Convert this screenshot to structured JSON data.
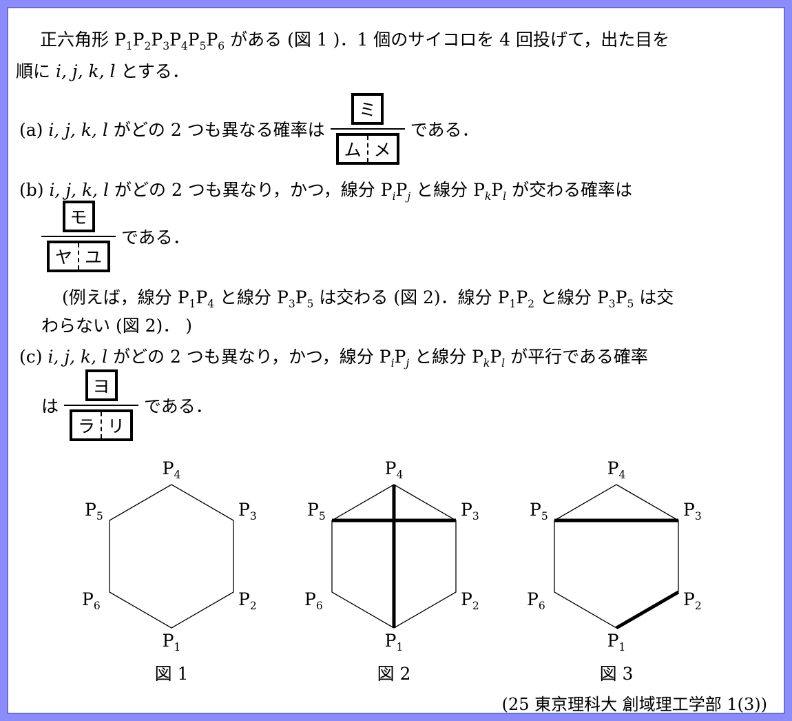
{
  "page": {
    "colors": {
      "frame": "#8b8bfa",
      "frame_inner_line": "#6a6ae0",
      "paper": "#ffffff",
      "ink": "#000000"
    }
  },
  "intro": {
    "line1": [
      [
        "t",
        "正六角形 "
      ],
      [
        "ps",
        "P",
        "1"
      ],
      [
        "ps",
        "P",
        "2"
      ],
      [
        "ps",
        "P",
        "3"
      ],
      [
        "ps",
        "P",
        "4"
      ],
      [
        "ps",
        "P",
        "5"
      ],
      [
        "ps",
        "P",
        "6"
      ],
      [
        "t",
        " がある (図 1 )．1 個のサイコロを 4 回投げて，出た目を"
      ]
    ],
    "line2": [
      [
        "t",
        "順に "
      ],
      [
        "i",
        "i, j, k, l"
      ],
      [
        "t",
        " とする．"
      ]
    ]
  },
  "part_a": {
    "lead": [
      [
        "t",
        "(a) "
      ],
      [
        "i",
        "i, j, k, l"
      ],
      [
        "t",
        " がどの 2 つも異なる確率は"
      ]
    ],
    "fraction": {
      "numerator": "ミ",
      "denominator_left": "ム",
      "denominator_right": "メ"
    },
    "suffix": "である．"
  },
  "part_b": {
    "lead": [
      [
        "t",
        "(b) "
      ],
      [
        "i",
        "i, j, k, l"
      ],
      [
        "t",
        " がどの 2 つも異なり，かつ，線分 "
      ],
      [
        "pv",
        "P",
        "i"
      ],
      [
        "pv",
        "P",
        "j"
      ],
      [
        "t",
        " と線分 "
      ],
      [
        "pv",
        "P",
        "k"
      ],
      [
        "pv",
        "P",
        "l"
      ],
      [
        "t",
        " が交わる確率は"
      ]
    ],
    "fraction": {
      "numerator": "モ",
      "denominator_left": "ヤ",
      "denominator_right": "ユ"
    },
    "suffix": "である．",
    "example_line1": [
      [
        "t",
        "(例えば，線分 "
      ],
      [
        "ps",
        "P",
        "1"
      ],
      [
        "ps",
        "P",
        "4"
      ],
      [
        "t",
        " と線分 "
      ],
      [
        "ps",
        "P",
        "3"
      ],
      [
        "ps",
        "P",
        "5"
      ],
      [
        "t",
        " は交わる (図 2)．線分 "
      ],
      [
        "ps",
        "P",
        "1"
      ],
      [
        "ps",
        "P",
        "2"
      ],
      [
        "t",
        " と線分 "
      ],
      [
        "ps",
        "P",
        "3"
      ],
      [
        "ps",
        "P",
        "5"
      ],
      [
        "t",
        " は交"
      ]
    ],
    "example_line2": [
      [
        "t",
        "わらない (図 2)． )"
      ]
    ]
  },
  "part_c": {
    "lead": [
      [
        "t",
        "(c) "
      ],
      [
        "i",
        "i, j, k, l"
      ],
      [
        "t",
        " がどの 2 つも異なり，かつ，線分 "
      ],
      [
        "pv",
        "P",
        "i"
      ],
      [
        "pv",
        "P",
        "j"
      ],
      [
        "t",
        " と線分 "
      ],
      [
        "pv",
        "P",
        "k"
      ],
      [
        "pv",
        "P",
        "l"
      ],
      [
        "t",
        " が平行である確率"
      ]
    ],
    "prefix": "は",
    "fraction": {
      "numerator": "ヨ",
      "denominator_left": "ラ",
      "denominator_right": "リ"
    },
    "suffix": "である．"
  },
  "hexagon_labels": {
    "p1": [
      [
        "ps",
        "P",
        "1"
      ]
    ],
    "p2": [
      [
        "ps",
        "P",
        "2"
      ]
    ],
    "p3": [
      [
        "ps",
        "P",
        "3"
      ]
    ],
    "p4": [
      [
        "ps",
        "P",
        "4"
      ]
    ],
    "p5": [
      [
        "ps",
        "P",
        "5"
      ]
    ],
    "p6": [
      [
        "ps",
        "P",
        "6"
      ]
    ]
  },
  "figures": [
    {
      "caption": "図 1",
      "thick_segments": []
    },
    {
      "caption": "図 2",
      "thick_segments": [
        "P1P4",
        "P3P5"
      ]
    },
    {
      "caption": "図 3",
      "thick_segments": [
        "P3P5",
        "P1P2"
      ]
    }
  ],
  "footer": {
    "source": "(25 東京理科大 創域理工学部 1(3))"
  }
}
